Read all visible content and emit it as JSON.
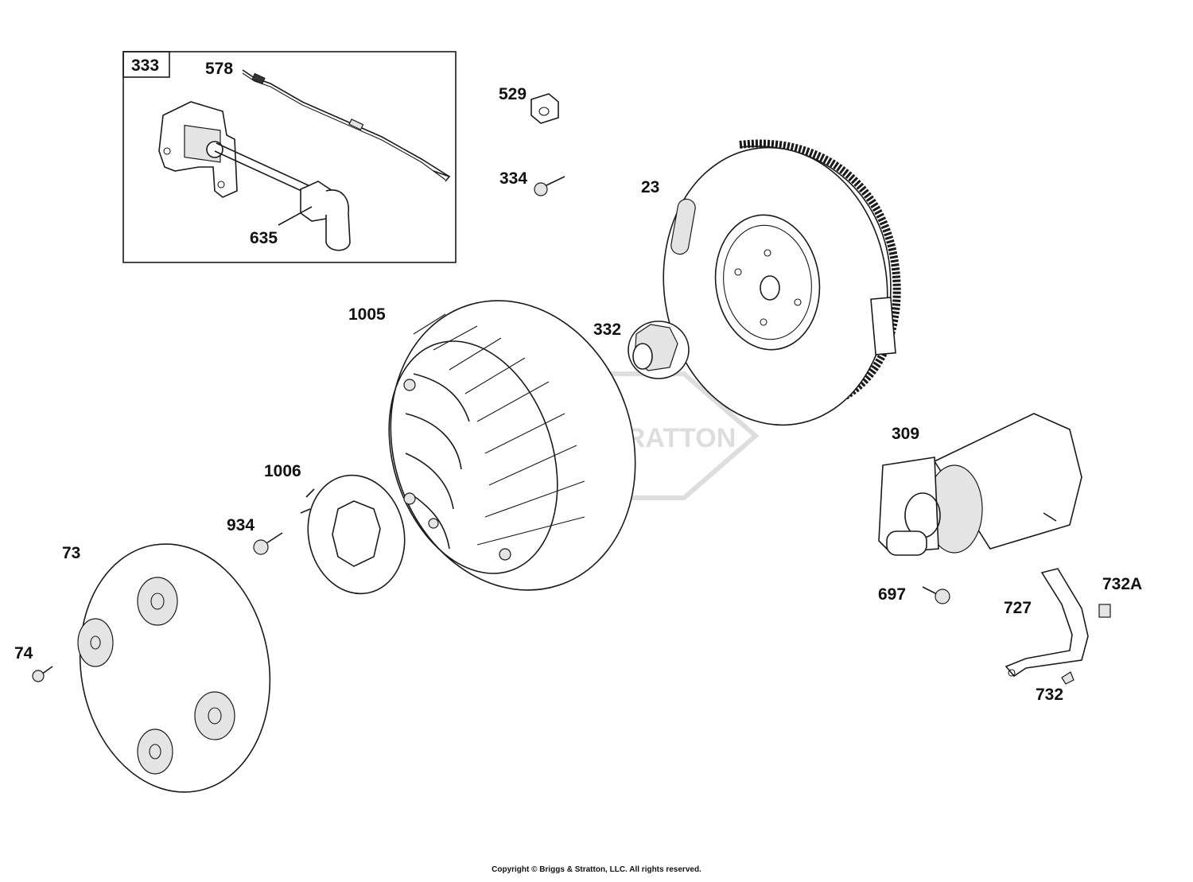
{
  "parts": [
    {
      "id": "p333",
      "label": "333"
    },
    {
      "id": "p578",
      "label": "578"
    },
    {
      "id": "p635",
      "label": "635"
    },
    {
      "id": "p529",
      "label": "529"
    },
    {
      "id": "p334",
      "label": "334"
    },
    {
      "id": "p23",
      "label": "23"
    },
    {
      "id": "p1005",
      "label": "1005"
    },
    {
      "id": "p332",
      "label": "332"
    },
    {
      "id": "p309",
      "label": "309"
    },
    {
      "id": "p1006",
      "label": "1006"
    },
    {
      "id": "p934",
      "label": "934"
    },
    {
      "id": "p73",
      "label": "73"
    },
    {
      "id": "p74",
      "label": "74"
    },
    {
      "id": "p697",
      "label": "697"
    },
    {
      "id": "p727",
      "label": "727"
    },
    {
      "id": "p732A",
      "label": "732A"
    },
    {
      "id": "p732",
      "label": "732"
    }
  ],
  "watermark": "BRIGGS&STRATTON",
  "copyright": "Copyright © Briggs & Stratton, LLC. All rights reserved."
}
